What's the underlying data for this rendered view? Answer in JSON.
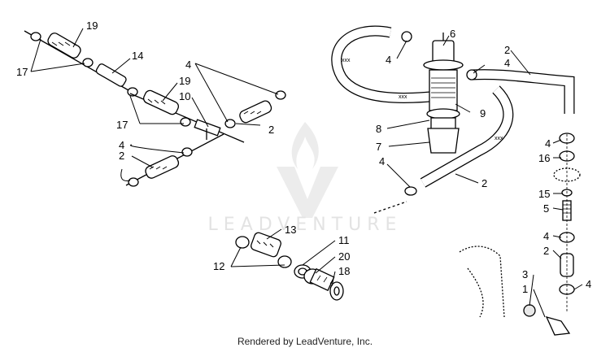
{
  "watermark": {
    "brand": "LEADVENTURE",
    "logo_icon": "leadventure-flame-logo-icon"
  },
  "footer": {
    "credit": "Rendered by LeadVenture, Inc."
  },
  "callouts": {
    "c19a": "19",
    "c17a": "17",
    "c14": "14",
    "c4a": "4",
    "c19b": "19",
    "c10": "10",
    "c17b": "17",
    "c4b": "4",
    "c2a": "2",
    "c2b": "2",
    "c6": "6",
    "c4c": "4",
    "c2c": "2",
    "c4d": "4",
    "c9": "9",
    "c8": "8",
    "c7": "7",
    "c4e": "4",
    "c2d": "2",
    "c4f": "4",
    "c16": "16",
    "c15": "15",
    "c5": "5",
    "c4g": "4",
    "c2e": "2",
    "c3": "3",
    "c1": "1",
    "c4h": "4",
    "c13": "13",
    "c11": "11",
    "c12": "12",
    "c20": "20",
    "c18": "18"
  }
}
